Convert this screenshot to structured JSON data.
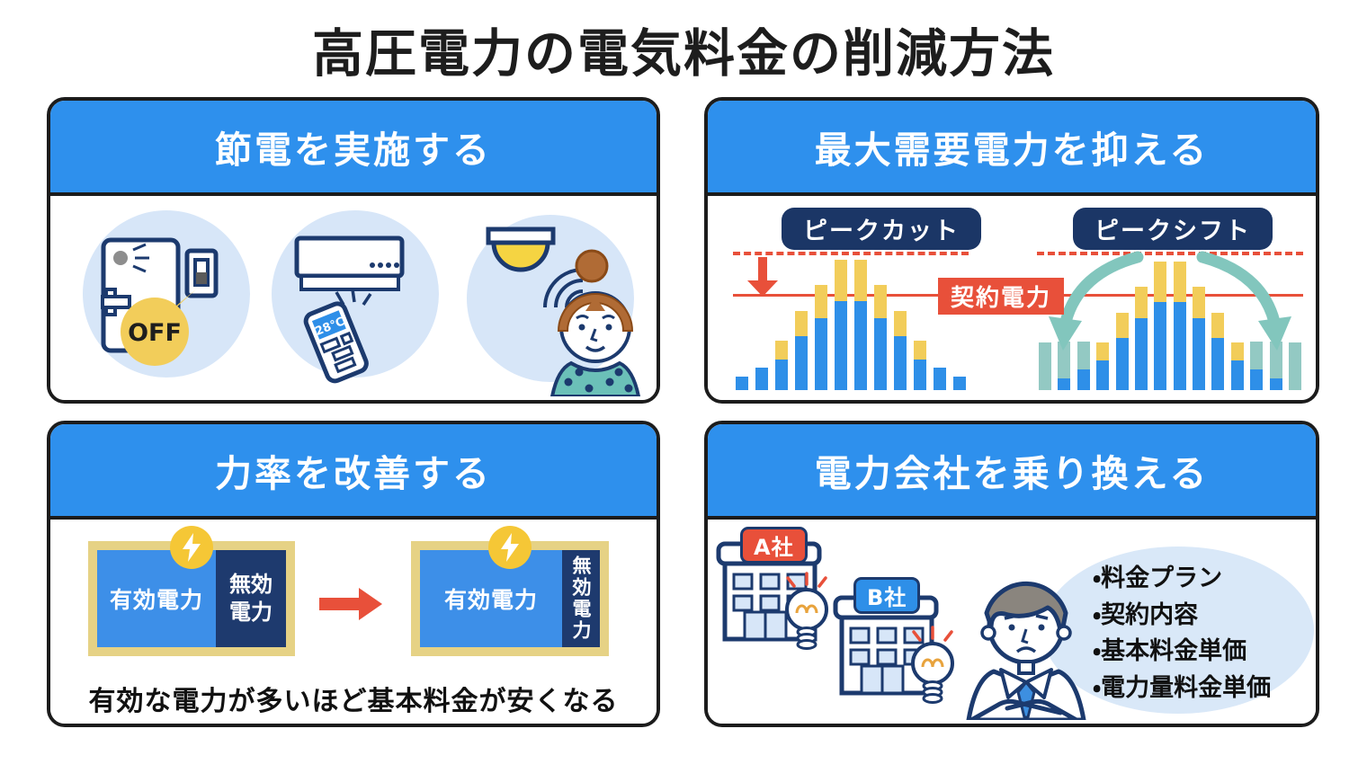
{
  "title": "高圧電力の電気料金の削減方法",
  "colors": {
    "header_blue": "#2E90ED",
    "panel_border": "#1c1c1c",
    "navy_outline": "#1C3A6E",
    "label_navy": "#1B3666",
    "red": "#E8503A",
    "bar_blue": "#2E8FE8",
    "bar_yellow": "#F2CD5A",
    "bar_teal": "#93C9C3",
    "arrow_teal": "#82C6BD",
    "illustration_circle_blue": "#D7E6F8",
    "khaki_frame": "#E6D285",
    "block_navy": "#1E3A6E",
    "bolt_yellow": "#F5C736",
    "ellipse_blue": "#D9E8F8"
  },
  "panels": {
    "save_power": {
      "header": "節電を実施する",
      "off_label": "OFF",
      "remote_temp": "28℃"
    },
    "peak": {
      "header": "最大需要電力を抑える",
      "peak_cut_label": "ピークカット",
      "peak_shift_label": "ピークシフト",
      "contract_label": "契約電力"
    },
    "power_factor": {
      "header": "力率を改善する",
      "active_label": "有効電力",
      "reactive_label": "無効電力",
      "caption": "有効な電力が多いほど基本料金が安くなる"
    },
    "switch_company": {
      "header": "電力会社を乗り換える",
      "company_a": "A社",
      "company_b": "B社",
      "bullets": [
        "・料金プラン",
        "・契約内容",
        "・基本料金単価",
        "・電力量料金単価"
      ]
    }
  },
  "chart_data": [
    {
      "type": "bar",
      "title": "ピークカット",
      "stacked": true,
      "units": "relative height (estimated px, no numeric axis shown)",
      "contract_line_label": "契約電力",
      "contract_line": 101,
      "dashed_peak_line": 146,
      "series": [
        {
          "name": "blue",
          "values": [
            15,
            25,
            34,
            60,
            80,
            99,
            99,
            80,
            60,
            34,
            25,
            15
          ]
        },
        {
          "name": "yellow",
          "values": [
            0,
            0,
            21,
            28,
            37,
            46,
            46,
            37,
            28,
            21,
            0,
            0
          ]
        }
      ]
    },
    {
      "type": "bar",
      "title": "ピークシフト",
      "stacked": true,
      "units": "relative height (estimated px, no numeric axis shown)",
      "contract_line_label": "契約電力",
      "contract_line": 99,
      "dashed_peak_line": 144,
      "series": [
        {
          "name": "blue",
          "values": [
            0,
            13,
            23,
            33,
            58,
            80,
            98,
            98,
            80,
            58,
            33,
            23,
            13,
            0
          ]
        },
        {
          "name": "yellow",
          "values": [
            0,
            0,
            0,
            20,
            28,
            35,
            45,
            45,
            35,
            28,
            20,
            0,
            0,
            0
          ]
        },
        {
          "name": "teal",
          "values": [
            53,
            41,
            31,
            0,
            0,
            0,
            0,
            0,
            0,
            0,
            0,
            31,
            41,
            53
          ]
        }
      ]
    }
  ]
}
